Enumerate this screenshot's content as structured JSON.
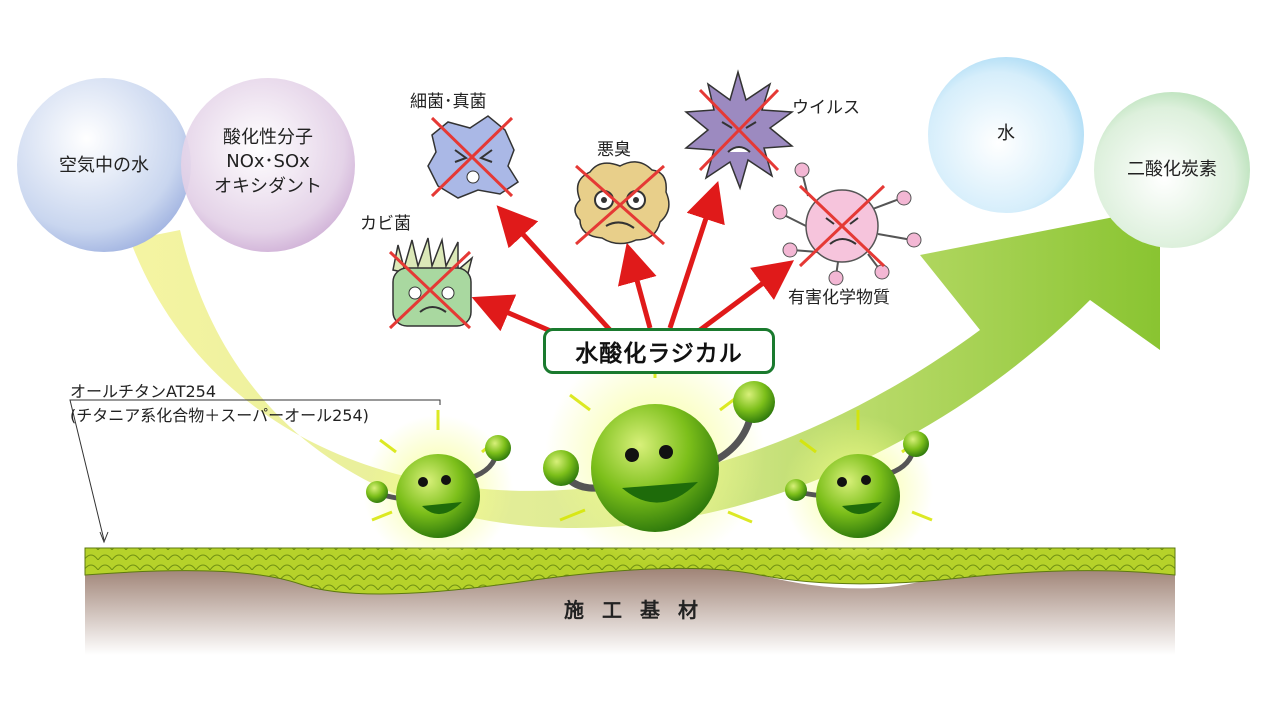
{
  "sources": {
    "water_in_air": "空気中の水",
    "pollutant_title": "酸化性分子",
    "pollutant_line2": "NOx･SOx",
    "pollutant_line3": "オキシダント"
  },
  "products": {
    "water": "水",
    "co2": "二酸化炭素"
  },
  "targets": {
    "bacteria_fungi": "細菌･真菌",
    "odor": "悪臭",
    "virus": "ウイルス",
    "mold": "カビ菌",
    "harmful_chemicals": "有害化学物質"
  },
  "radical": "水酸化ラジカル",
  "coating": {
    "name": "オールチタンAT254",
    "composition": "(チタニア系化合物＋スーパーオール254)"
  },
  "substrate": "施工基材",
  "colors": {
    "arrow_red": "#e01a1a",
    "radical_border": "#1a7a2e",
    "coating_green": "#b6d22a",
    "substrate_brown": "#8c6a5a",
    "cross_red": "#e53935"
  }
}
